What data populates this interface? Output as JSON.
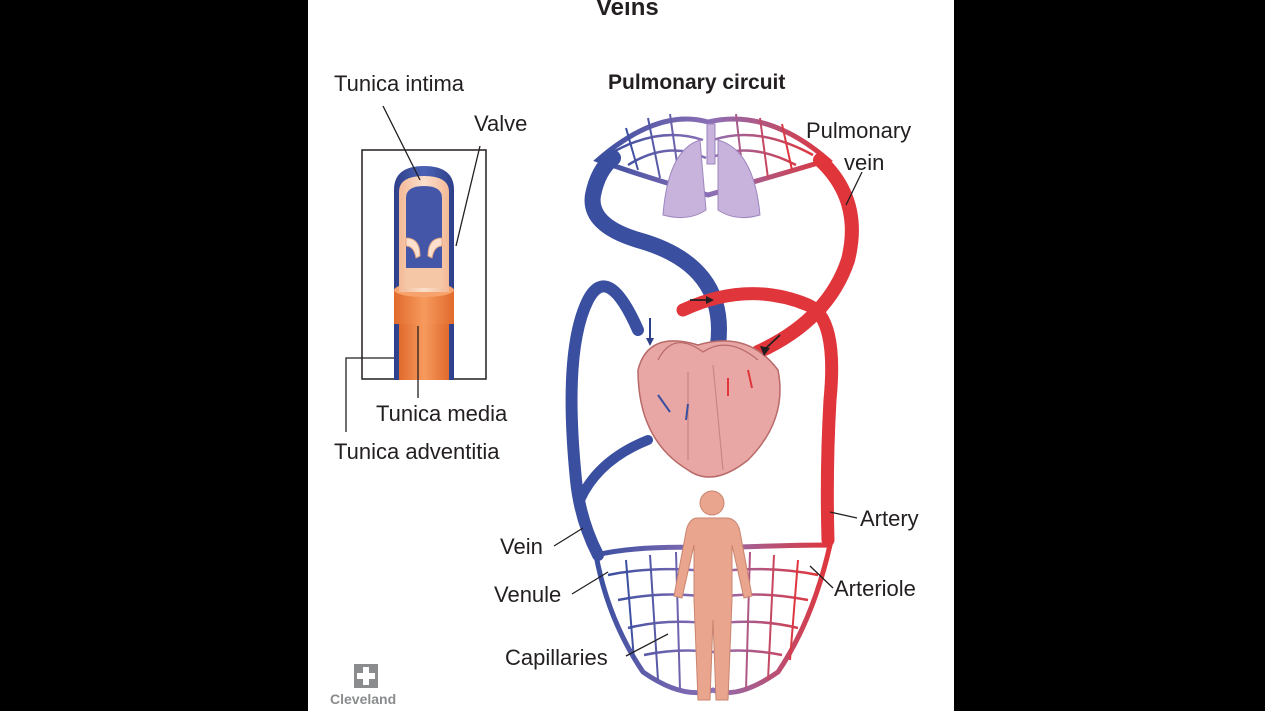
{
  "title": "Veins",
  "inset_labels": {
    "tunica_intima": "Tunica intima",
    "valve": "Valve",
    "tunica_media": "Tunica media",
    "tunica_adventitia": "Tunica adventitia"
  },
  "circuit_labels": {
    "pulmonary_circuit": "Pulmonary circuit",
    "pulmonary_vein_line1": "Pulmonary",
    "pulmonary_vein_line2": "vein",
    "artery": "Artery",
    "arteriole": "Arteriole",
    "vein": "Vein",
    "venule": "Venule",
    "capillaries": "Capillaries"
  },
  "logo": {
    "text": "Cleveland",
    "icon": "cleveland-clinic-cross-logo"
  },
  "colors": {
    "vein_blue": "#3a4fa0",
    "artery_red": "#e0353b",
    "media_orange": "#f07c3d",
    "intima_peach": "#f6c7a7",
    "lung_lilac": "#c7b3dc",
    "body_skin": "#e9a58d",
    "heart_pink": "#e8a7a5",
    "background": "#000000",
    "panel": "#ffffff"
  }
}
